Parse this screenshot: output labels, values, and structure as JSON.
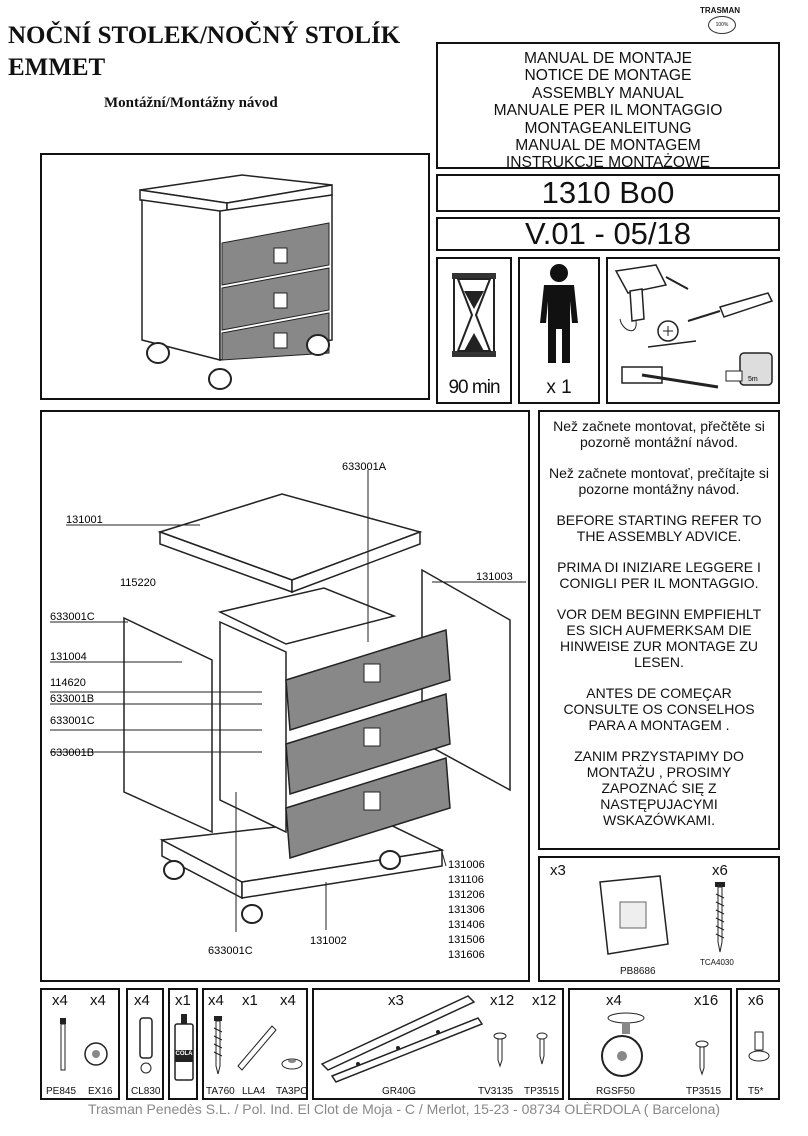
{
  "header": {
    "title_line1": "NOČNÍ STOLEK/NOČNÝ STOLÍK",
    "title_line2": "EMMET",
    "subtitle": "Montážní/Montážny návod",
    "brand": "TRASMAN",
    "brand_seal": "100%"
  },
  "manual_titles": [
    "MANUAL DE MONTAJE",
    "NOTICE DE MONTAGE",
    "ASSEMBLY MANUAL",
    "MANUALE PER IL MONTAGGIO",
    "MONTAGEANLEITUNG",
    "MANUAL DE MONTAGEM",
    "INSTRUKCJE MONTAŻOWE"
  ],
  "reference": "1310 Bo0",
  "version": "V.01 - 05/18",
  "assembly_info": {
    "time": "90 min",
    "people": "x 1"
  },
  "tools": [
    "drill-icon",
    "screwdriver-icon",
    "hammer-icon",
    "tape-measure-icon"
  ],
  "notes": [
    "Než začnete montovat, přečtěte si pozorně montážní návod.",
    "Než začnete montovať, prečítajte si pozorne montážny návod.",
    "BEFORE STARTING REFER TO THE ASSEMBLY ADVICE.",
    "PRIMA DI INIZIARE LEGGERE I CONIGLI PER IL MONTAGGIO.",
    "VOR DEM BEGINN EMPFIEHLT ES SICH AUFMERKSAM DIE HINWEISE ZUR MONTAGE ZU LESEN.",
    "ANTES DE COMEÇAR CONSULTE OS CONSELHOS PARA A MONTAGEM .",
    "ZANIM PRZYSTAPIMY DO MONTAŻU , PROSIMY ZAPOZNAĆ SIĘ Z NASTĘPUJACYMI WSKAZÓWKAMI."
  ],
  "part_labels": {
    "p633001A": "633001A",
    "p131001": "131001",
    "p115220": "115220",
    "p131003": "131003",
    "p633001C_a": "633001C",
    "p131004": "131004",
    "p114620": "114620",
    "p633001B_a": "633001B",
    "p633001C_b": "633001C",
    "p633001B_b": "633001B",
    "p633001C_c": "633001C",
    "p131002": "131002",
    "drawer_fronts": [
      "131006",
      "131106",
      "131206",
      "131306",
      "131406",
      "131506",
      "131606"
    ]
  },
  "handle_pack": {
    "handle": {
      "qty": "x3",
      "code": "PB8686"
    },
    "screw": {
      "qty": "x6",
      "code": "TCA4030"
    }
  },
  "hardware": [
    {
      "qty": "x4",
      "code": "PE845",
      "icon": "cam-bolt-icon"
    },
    {
      "qty": "x4",
      "code": "EX16",
      "icon": "cam-lock-icon"
    },
    {
      "qty": "x4",
      "code": "CL830",
      "icon": "wood-dowel-icon"
    },
    {
      "qty": "x1",
      "code": "",
      "icon": "glue-bottle-icon",
      "glue_label": "COLA"
    },
    {
      "qty": "x4",
      "code": "TA760",
      "icon": "screw-icon"
    },
    {
      "qty": "x1",
      "code": "LLA4",
      "icon": "allen-key-icon"
    },
    {
      "qty": "x4",
      "code": "TA3PC",
      "icon": "cap-icon"
    },
    {
      "qty": "x3",
      "code": "GR40G",
      "icon": "drawer-runner-icon"
    },
    {
      "qty": "x12",
      "code": "TV3135",
      "icon": "screw-icon"
    },
    {
      "qty": "x12",
      "code": "TP3515",
      "icon": "screw-icon"
    },
    {
      "qty": "x4",
      "code": "RGSF50",
      "icon": "caster-wheel-icon"
    },
    {
      "qty": "x16",
      "code": "TP3515",
      "icon": "screw-icon"
    },
    {
      "qty": "x6",
      "code": "T5*",
      "icon": "foot-glide-icon"
    }
  ],
  "footer": "Trasman Penedès S.L. / Pol. Ind. El Clot de Moja - C / Merlot, 15-23 - 08734 OLÈRDOLA ( Barcelona)"
}
